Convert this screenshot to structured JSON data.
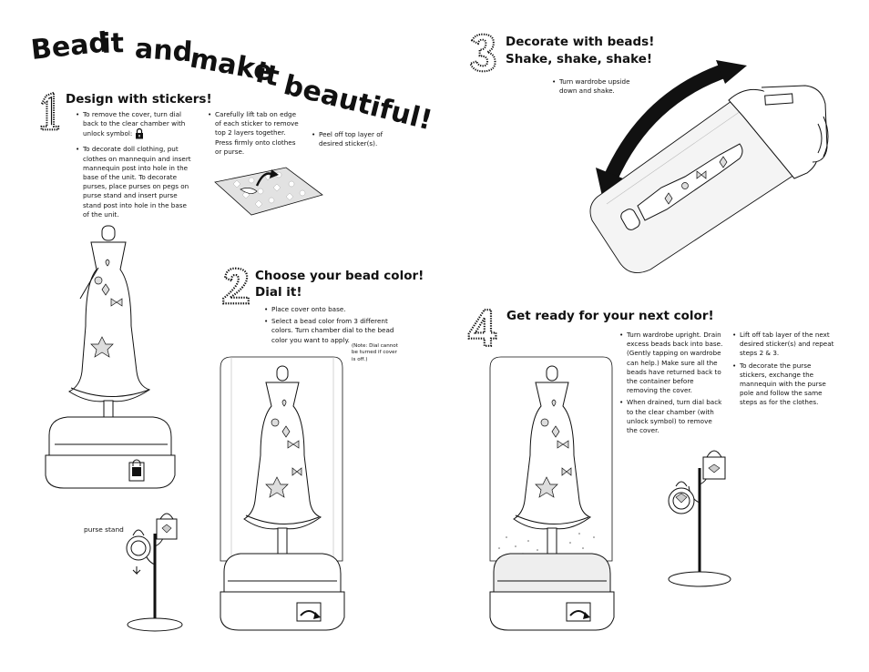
{
  "title": {
    "words": [
      "Bead",
      "it",
      "and",
      "make",
      "it",
      "beautiful!"
    ]
  },
  "step1": {
    "number": "1",
    "heading": "Design with stickers!",
    "bullet_a": "To remove the cover, turn dial back to the clear chamber with unlock symbol:",
    "bullet_b": "To decorate doll clothing, put clothes on mannequin and insert mannequin post into hole in the base of the unit. To decorate purses, place purses on pegs on purse stand and insert purse stand post into hole in the base of the unit.",
    "sticker_a": "Carefully lift tab on edge of each sticker to remove top 2 layers together. Press firmly onto clothes or purse.",
    "sticker_b": "Peel off top layer of desired sticker(s).",
    "purse_stand_label": "purse stand"
  },
  "step2": {
    "number": "2",
    "heading_line1": "Choose your bead color!",
    "heading_line2": "Dial it!",
    "bullet_a": "Place cover onto base.",
    "bullet_b": "Select a bead color from 3 different colors. Turn chamber dial to the bead color you want to apply.",
    "note": "(Note: Dial cannot be turned if cover is off.)"
  },
  "step3": {
    "number": "3",
    "heading_line1": "Decorate with beads!",
    "heading_line2": "Shake, shake, shake!",
    "bullet_a": "Turn wardrobe upside down and shake."
  },
  "step4": {
    "number": "4",
    "heading": "Get ready for your next color!",
    "bullet_a": "Turn wardrobe upright. Drain excess beads back into base. (Gently tapping on wardrobe can help.) Make sure all the beads have returned back to the container before removing the cover.",
    "bullet_b": "When drained, turn dial back to the clear chamber (with unlock symbol) to remove the cover.",
    "bullet_c": "Lift off tab layer of the next desired sticker(s) and repeat steps 2 & 3.",
    "bullet_d": "To decorate the purse stickers, exchange the mannequin with the purse pole and follow the same steps as for the clothes."
  },
  "icons": {
    "unlock": "unlock-icon",
    "arrow_curve": "curved-arrow-icon"
  },
  "colors": {
    "ink": "#111111",
    "paper": "#ffffff"
  }
}
